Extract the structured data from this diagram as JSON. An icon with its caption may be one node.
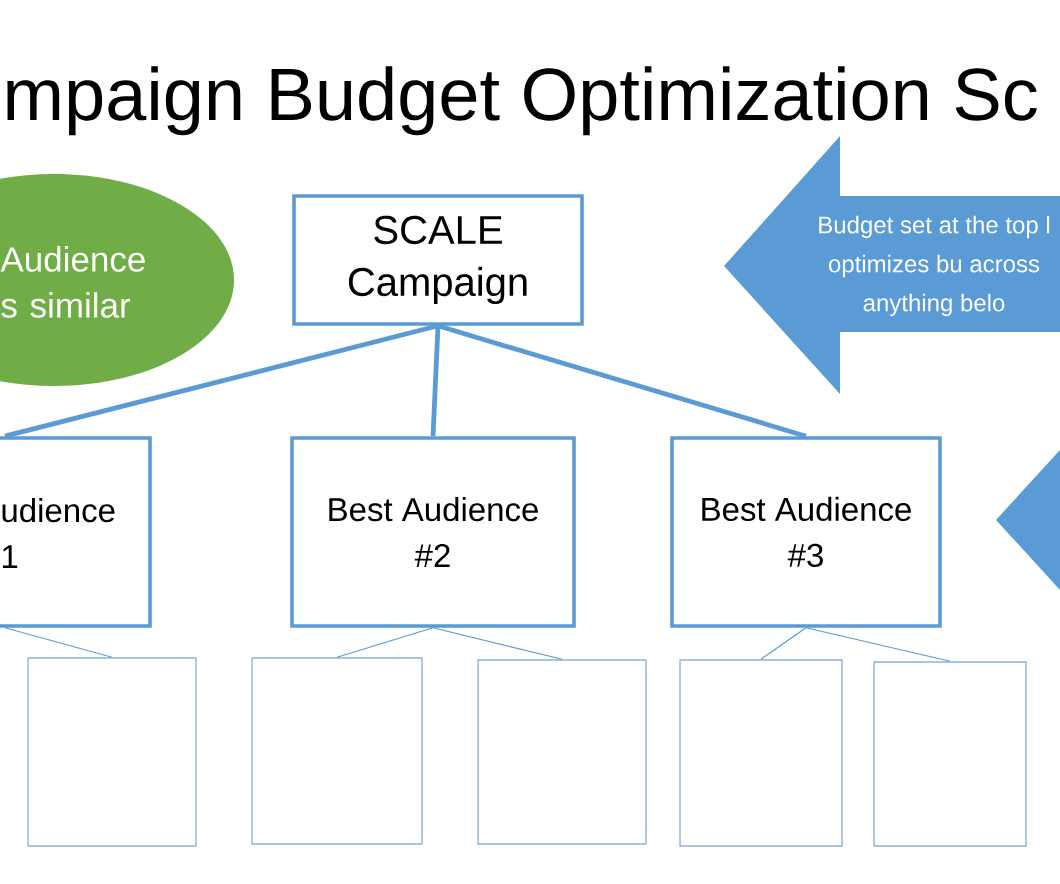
{
  "diagram": {
    "title": "mpaign Budget Optimization Sc",
    "nodes": [
      {
        "text": [
          "Audience s similar"
        ]
      },
      {
        "text": [
          "SCALE Campaign"
        ]
      },
      {
        "text": [
          "Budget set at the top l optimizes bu across anything belo"
        ]
      },
      {
        "text": [
          "udience 1"
        ]
      },
      {
        "text": [
          "Best Audience #2"
        ]
      },
      {
        "text": [
          "Best Audience #3"
        ]
      },
      {
        "text": [],
        "shape": "arrow"
      },
      {
        "text": [],
        "shape": "box"
      },
      {
        "text": [],
        "shape": "box"
      },
      {
        "text": [],
        "shape": "box"
      },
      {
        "text": [],
        "shape": "box"
      },
      {
        "text": [],
        "shape": "box"
      }
    ],
    "edges": [
      {
        "from": 1,
        "to": 3,
        "arrow": "none",
        "style": "thick"
      },
      {
        "from": 1,
        "to": 4,
        "arrow": "none",
        "style": "thick"
      },
      {
        "from": 1,
        "to": 5,
        "arrow": "none",
        "style": "thick"
      },
      {
        "from": 3,
        "to": 7,
        "arrow": "none"
      },
      {
        "from": 4,
        "to": 8,
        "arrow": "none"
      },
      {
        "from": 4,
        "to": 9,
        "arrow": "none"
      },
      {
        "from": 5,
        "to": 10,
        "arrow": "none"
      },
      {
        "from": 5,
        "to": 11,
        "arrow": "none"
      }
    ]
  }
}
